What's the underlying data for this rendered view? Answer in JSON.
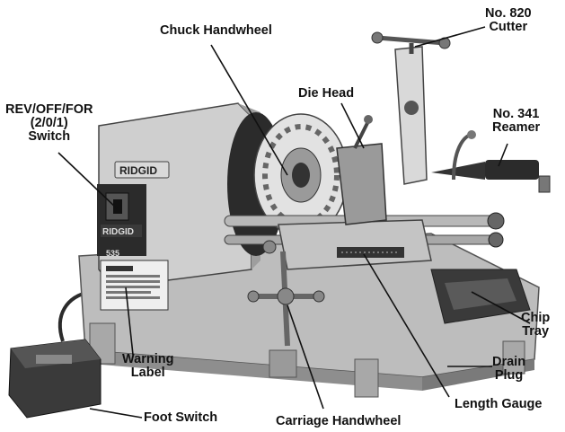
{
  "colors": {
    "machine_body": "#c9c9c9",
    "machine_shadow": "#8e8e8e",
    "dark_parts": "#2b2b2b",
    "text": "#111111"
  },
  "brand": {
    "logo_text": "RIDGID",
    "logo_text_panel": "RIDGID",
    "model_plate": "535"
  },
  "labels": {
    "cutter": [
      "No. 820",
      "Cutter"
    ],
    "chuck_handwheel": "Chuck Handwheel",
    "die_head": "Die Head",
    "switch": [
      "REV/OFF/FOR",
      "(2/0/1)",
      "Switch"
    ],
    "reamer": [
      "No. 341",
      "Reamer"
    ],
    "chip_tray": [
      "Chip",
      "Tray"
    ],
    "warning_label": [
      "Warning",
      "Label"
    ],
    "drain_plug": [
      "Drain",
      "Plug"
    ],
    "foot_switch": "Foot Switch",
    "length_gauge": "Length Gauge",
    "carriage_handwheel": "Carriage Handwheel"
  }
}
